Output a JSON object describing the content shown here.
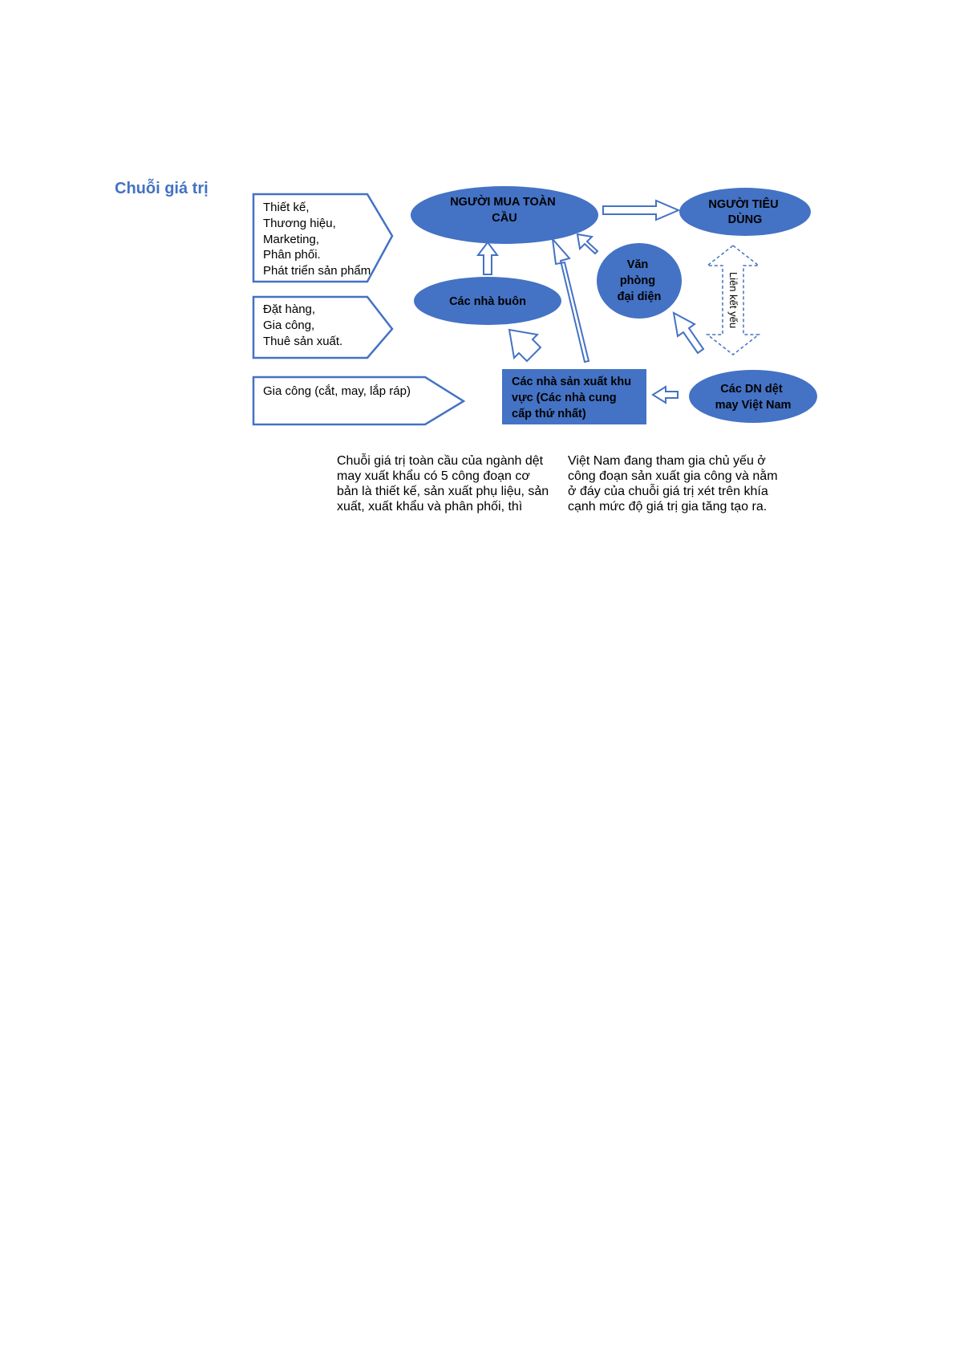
{
  "section_title": "Chuỗi giá trị",
  "pentagons": [
    {
      "lines": [
        "Thiết kế,",
        "Thương hiệu,",
        "Marketing,",
        "Phân phối.",
        "Phát triển sản phẩm"
      ]
    },
    {
      "lines": [
        "Đặt hàng,",
        "Gia công,",
        "Thuê sản xuất."
      ]
    },
    {
      "lines": [
        "Gia công (cắt, may, lắp ráp)"
      ]
    }
  ],
  "nodes": {
    "global_buyer": [
      "NGƯỜI MUA TOÀN",
      "CẦU"
    ],
    "consumer": [
      "NGƯỜI TIÊU",
      "DÙNG"
    ],
    "rep_office": [
      "Văn",
      "phòng",
      "đại diện"
    ],
    "wholesalers": [
      "Các nhà buôn"
    ],
    "regional_producers": [
      "Các nhà sản xuất khu",
      "vực (Các nhà cung",
      "cấp thứ nhất)"
    ],
    "vn_textile": [
      "Các DN dệt",
      "may Việt Nam"
    ]
  },
  "weak_link_label": "Liên kết yếu",
  "caption": {
    "left": "Chuỗi giá trị toàn cầu của ngành dệt may xuất khẩu có 5 công đoạn cơ bản là thiết kế, sản xuất phụ liệu, sản xuất, xuất khẩu và phân phối, thì",
    "right": "Việt Nam đang tham gia chủ yếu ở công đoạn sản xuất gia công và nằm ở đáy của chuỗi giá trị xét trên khía cạnh mức độ giá trị gia tăng tạo ra."
  },
  "colors": {
    "title": "#4472c4",
    "shape_fill": "#4472c4",
    "outline": "#4472c4"
  }
}
